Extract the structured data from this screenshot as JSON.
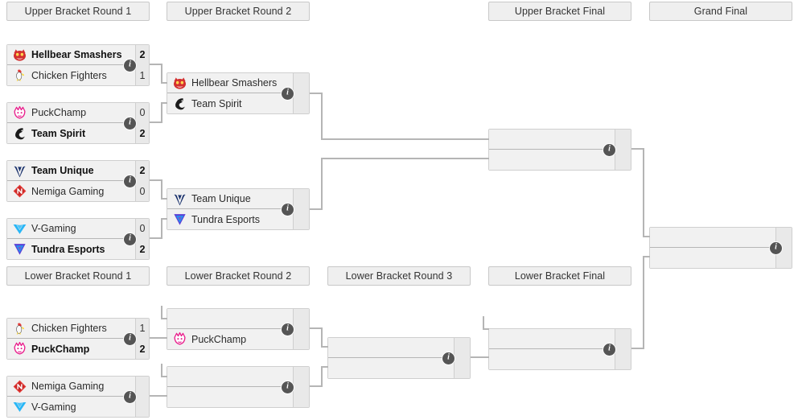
{
  "page": {
    "title": "Double Elimination Tournament Bracket",
    "accent_color": "#b5b5b5",
    "box_bg": "#f1f1f1",
    "score_bg": "#e9e9e9",
    "header_bg": "#efefef"
  },
  "rounds": [
    {
      "id": "ubr1",
      "label": "Upper Bracket Round 1"
    },
    {
      "id": "ubr2",
      "label": "Upper Bracket Round 2"
    },
    {
      "id": "ubf",
      "label": "Upper Bracket Final"
    },
    {
      "id": "gf",
      "label": "Grand Final"
    },
    {
      "id": "lbr1",
      "label": "Lower Bracket Round 1"
    },
    {
      "id": "lbr2",
      "label": "Lower Bracket Round 2"
    },
    {
      "id": "lbr3",
      "label": "Lower Bracket Round 3"
    },
    {
      "id": "lbf",
      "label": "Lower Bracket Final"
    }
  ],
  "info_icon": "i",
  "matches": {
    "ubr1_m1": {
      "round": "Upper Bracket Round 1",
      "top": {
        "team": "Hellbear Smashers",
        "logo": "hellbear-smashers-logo",
        "score": "2",
        "winner": true
      },
      "bottom": {
        "team": "Chicken Fighters",
        "logo": "chicken-fighters-logo",
        "score": "1",
        "winner": false
      }
    },
    "ubr1_m2": {
      "round": "Upper Bracket Round 1",
      "top": {
        "team": "PuckChamp",
        "logo": "puckchamp-logo",
        "score": "0",
        "winner": false
      },
      "bottom": {
        "team": "Team Spirit",
        "logo": "team-spirit-logo",
        "score": "2",
        "winner": true
      }
    },
    "ubr1_m3": {
      "round": "Upper Bracket Round 1",
      "top": {
        "team": "Team Unique",
        "logo": "team-unique-logo",
        "score": "2",
        "winner": true
      },
      "bottom": {
        "team": "Nemiga Gaming",
        "logo": "nemiga-gaming-logo",
        "score": "0",
        "winner": false
      }
    },
    "ubr1_m4": {
      "round": "Upper Bracket Round 1",
      "top": {
        "team": "V-Gaming",
        "logo": "v-gaming-logo",
        "score": "0",
        "winner": false
      },
      "bottom": {
        "team": "Tundra Esports",
        "logo": "tundra-esports-logo",
        "score": "2",
        "winner": true
      }
    },
    "ubr2_m1": {
      "round": "Upper Bracket Round 2",
      "top": {
        "team": "Hellbear Smashers",
        "logo": "hellbear-smashers-logo",
        "score": "",
        "winner": false
      },
      "bottom": {
        "team": "Team Spirit",
        "logo": "team-spirit-logo",
        "score": "",
        "winner": false
      }
    },
    "ubr2_m2": {
      "round": "Upper Bracket Round 2",
      "top": {
        "team": "Team Unique",
        "logo": "team-unique-logo",
        "score": "",
        "winner": false
      },
      "bottom": {
        "team": "Tundra Esports",
        "logo": "tundra-esports-logo",
        "score": "",
        "winner": false
      }
    },
    "ubf_m1": {
      "round": "Upper Bracket Final",
      "top": {
        "team": "",
        "logo": "",
        "score": "",
        "winner": false
      },
      "bottom": {
        "team": "",
        "logo": "",
        "score": "",
        "winner": false
      }
    },
    "gf_m1": {
      "round": "Grand Final",
      "top": {
        "team": "",
        "logo": "",
        "score": "",
        "winner": false
      },
      "bottom": {
        "team": "",
        "logo": "",
        "score": "",
        "winner": false
      }
    },
    "lbr1_m1": {
      "round": "Lower Bracket Round 1",
      "top": {
        "team": "Chicken Fighters",
        "logo": "chicken-fighters-logo",
        "score": "1",
        "winner": false
      },
      "bottom": {
        "team": "PuckChamp",
        "logo": "puckchamp-logo",
        "score": "2",
        "winner": true
      }
    },
    "lbr1_m2": {
      "round": "Lower Bracket Round 1",
      "top": {
        "team": "Nemiga Gaming",
        "logo": "nemiga-gaming-logo",
        "score": "",
        "winner": false
      },
      "bottom": {
        "team": "V-Gaming",
        "logo": "v-gaming-logo",
        "score": "",
        "winner": false
      }
    },
    "lbr2_m1": {
      "round": "Lower Bracket Round 2",
      "top": {
        "team": "",
        "logo": "",
        "score": "",
        "winner": false
      },
      "bottom": {
        "team": "PuckChamp",
        "logo": "puckchamp-logo",
        "score": "",
        "winner": false
      }
    },
    "lbr2_m2": {
      "round": "Lower Bracket Round 2",
      "top": {
        "team": "",
        "logo": "",
        "score": "",
        "winner": false
      },
      "bottom": {
        "team": "",
        "logo": "",
        "score": "",
        "winner": false
      }
    },
    "lbr3_m1": {
      "round": "Lower Bracket Round 3",
      "top": {
        "team": "",
        "logo": "",
        "score": "",
        "winner": false
      },
      "bottom": {
        "team": "",
        "logo": "",
        "score": "",
        "winner": false
      }
    },
    "lbf_m1": {
      "round": "Lower Bracket Final",
      "top": {
        "team": "",
        "logo": "",
        "score": "",
        "winner": false
      },
      "bottom": {
        "team": "",
        "logo": "",
        "score": "",
        "winner": false
      }
    }
  }
}
